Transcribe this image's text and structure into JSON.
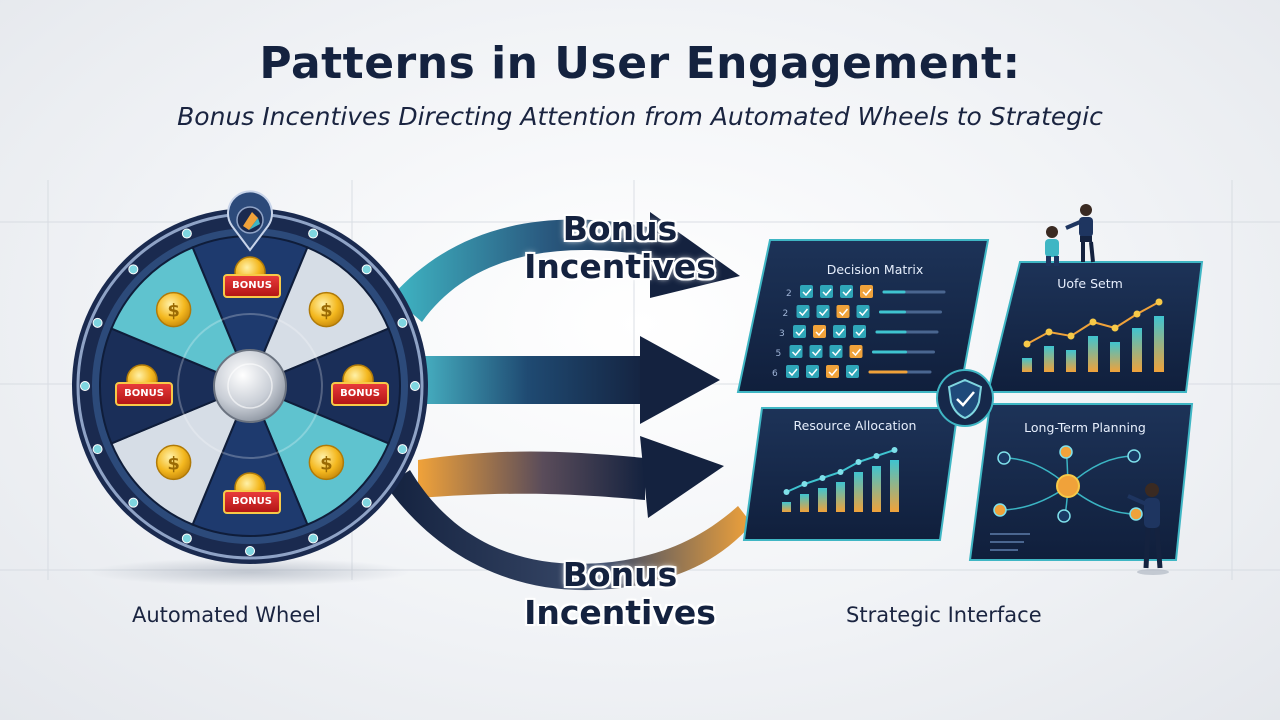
{
  "title": "Patterns in User Engagement:",
  "subtitle": "Bonus Incentives Directing Attention from Automated Wheels to Strategic",
  "left_caption": "Automated Wheel",
  "right_caption": "Strategic Interface",
  "arrow_labels": {
    "top": [
      "Bonus",
      "Incentives"
    ],
    "bottom": [
      "Bonus",
      "Incentives"
    ]
  },
  "wheel": {
    "bonus_label": "BONUS",
    "coin_symbol": "$"
  },
  "panels": {
    "decision_matrix": {
      "title": "Decision Matrix",
      "row_numbers": [
        "2",
        "2",
        "3",
        "5",
        "6"
      ]
    },
    "top_right": {
      "title": "Uofe Setm"
    },
    "resource_allocation": {
      "title": "Resource Allocation"
    },
    "long_term_planning": {
      "title": "Long-Term Planning"
    }
  },
  "colors": {
    "navy": "#14223f",
    "teal": "#3fb6c4",
    "orange": "#f0a23a",
    "panel": "#16284a"
  },
  "icons": [
    "bonus-coin-icon",
    "dollar-coin-icon",
    "shield-check-icon",
    "pointer-marker-icon",
    "person-figure-icon"
  ]
}
